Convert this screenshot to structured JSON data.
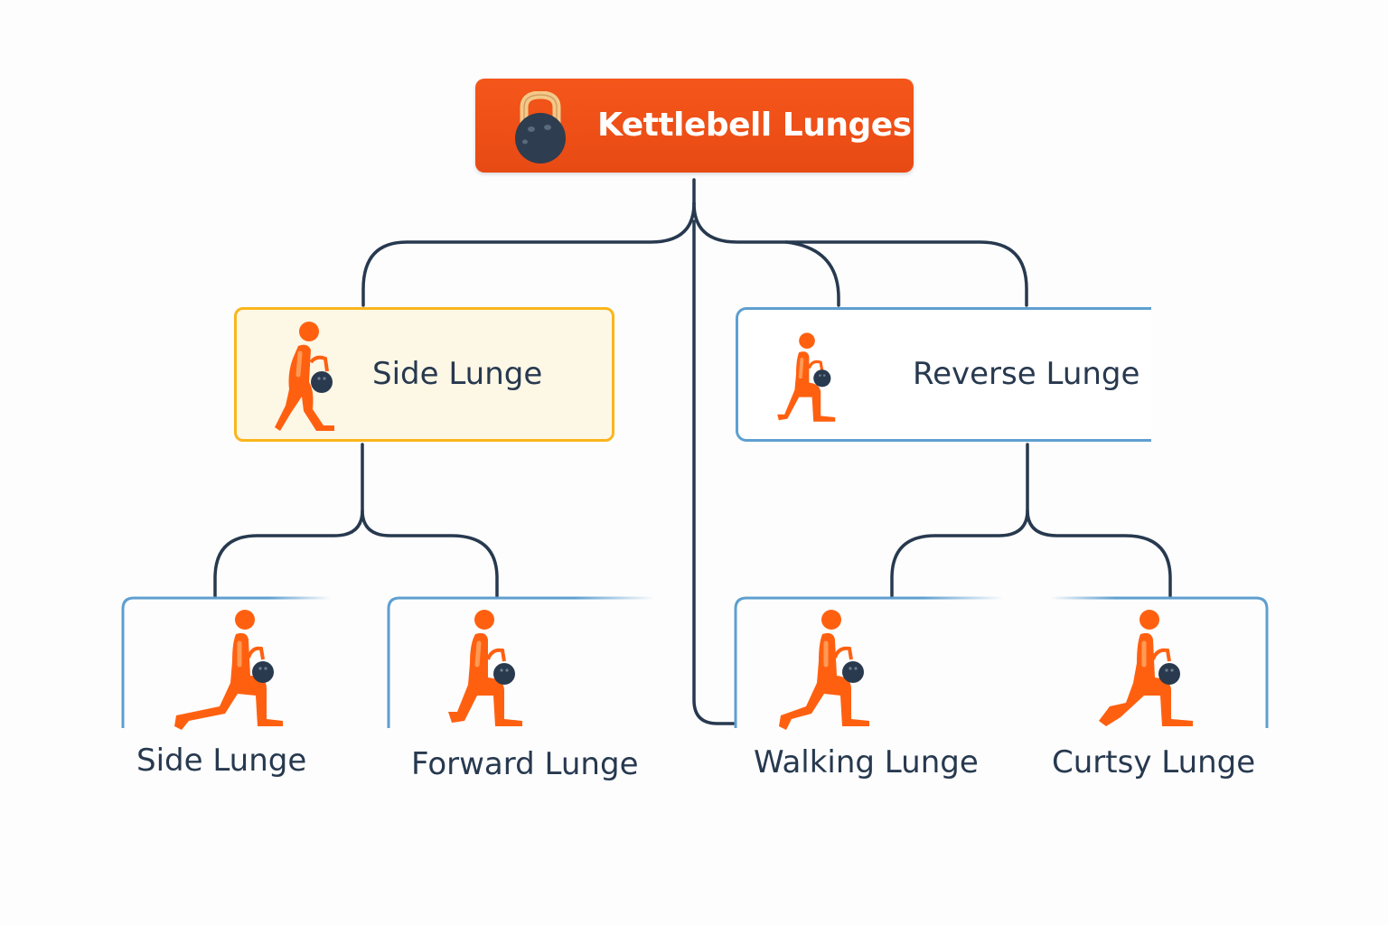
{
  "diagram": {
    "title": "Kettlebell Lunges",
    "root_icon": "kettlebell-icon",
    "colors": {
      "root_fill": "#ef5519",
      "highlight_border": "#fbb51c",
      "highlight_fill": "#fdf7e6",
      "node_border": "#5e9fd0",
      "connector": "#27394f",
      "figure": "#ff6010",
      "kettlebell": "#2a3a4e",
      "text": "#27394f"
    },
    "level1": [
      {
        "label": "Side Lunge",
        "icon": "lunge-figure-icon",
        "highlighted": true
      },
      {
        "label": "Reverse Lunge",
        "icon": "lunge-figure-icon",
        "highlighted": false
      }
    ],
    "level2": [
      {
        "label": "Side Lunge",
        "icon": "lunge-figure-icon",
        "parent": "Side Lunge"
      },
      {
        "label": "Forward Lunge",
        "icon": "lunge-figure-icon",
        "parent": "Side Lunge"
      },
      {
        "label": "Walking Lunge",
        "icon": "lunge-figure-icon",
        "parent": "Reverse Lunge"
      },
      {
        "label": "Curtsy Lunge",
        "icon": "lunge-figure-icon",
        "parent": "Reverse Lunge"
      }
    ]
  }
}
